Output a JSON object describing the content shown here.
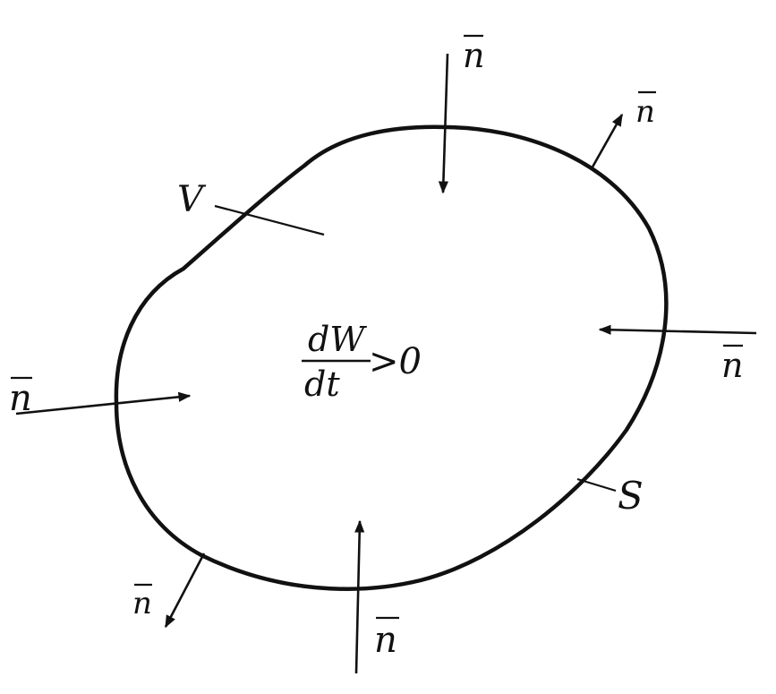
{
  "labels": {
    "volume": "V",
    "surface": "S",
    "normal": "n",
    "equation": {
      "numerator": "dW",
      "denominator": "dt",
      "relation": ">0"
    }
  },
  "colors": {
    "ink": "#111111",
    "background": "#ffffff"
  }
}
